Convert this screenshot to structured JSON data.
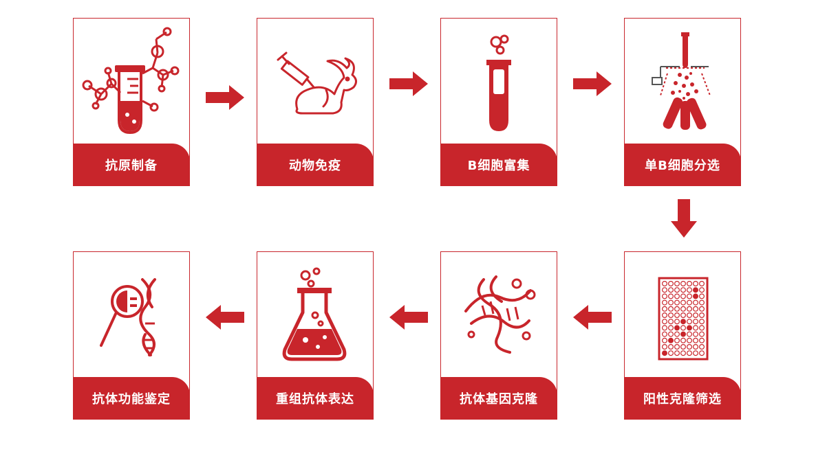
{
  "steps": [
    {
      "label": "抗原制备",
      "icon": "antigen-tube-icon"
    },
    {
      "label": "动物免疫",
      "icon": "rabbit-syringe-icon"
    },
    {
      "label": "B细胞富集",
      "icon": "test-tube-icon"
    },
    {
      "label": "单B细胞分选",
      "icon": "cell-sorter-icon"
    },
    {
      "label": "阳性克隆筛选",
      "icon": "well-plate-icon"
    },
    {
      "label": "抗体基因克隆",
      "icon": "dna-helix-icon"
    },
    {
      "label": "重组抗体表达",
      "icon": "flask-icon"
    },
    {
      "label": "抗体功能鉴定",
      "icon": "magnifier-dna-icon"
    }
  ],
  "colors": {
    "accent": "#c8252b",
    "background": "#ffffff"
  }
}
